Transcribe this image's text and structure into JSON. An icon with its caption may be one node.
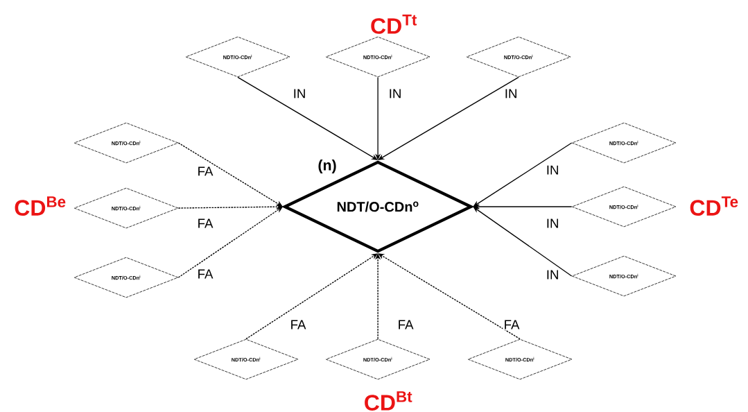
{
  "diagram": {
    "nodes": [
      {
        "text": [
          "NDT/O-CDn$^{o}$"
        ],
        "beside": [
          "(n)"
        ]
      },
      {
        "text": [
          "NDT/O-CDn$^{i}$"
        ]
      },
      {
        "text": [
          "NDT/O-CDn$^{i}$"
        ]
      },
      {
        "text": [
          "NDT/O-CDn$^{i}$"
        ]
      },
      {
        "text": [
          "NDT/O-CDn$^{i}$"
        ]
      },
      {
        "text": [
          "NDT/O-CDn$^{i}$"
        ]
      },
      {
        "text": [
          "NDT/O-CDn$^{i}$"
        ]
      },
      {
        "text": [
          "NDT/O-CDn$^{i}$"
        ]
      },
      {
        "text": [
          "NDT/O-CDn$^{i}$"
        ]
      },
      {
        "text": [
          "NDT/O-CDn$^{i}$"
        ]
      },
      {
        "text": [
          "NDT/O-CDn$^{i}$"
        ]
      },
      {
        "text": [
          "NDT/O-CDn$^{i}$"
        ]
      },
      {
        "text": [
          "NDT/O-CDn$^{i}$"
        ]
      }
    ],
    "edges": [
      {
        "from": 1,
        "to": 0,
        "arrow": "to",
        "label": "IN"
      },
      {
        "from": 2,
        "to": 0,
        "arrow": "to",
        "label": "IN"
      },
      {
        "from": 3,
        "to": 0,
        "arrow": "to",
        "label": "IN"
      },
      {
        "from": 4,
        "to": 0,
        "arrow": "to",
        "label": "FA",
        "style": "dashed"
      },
      {
        "from": 5,
        "to": 0,
        "arrow": "to",
        "label": "FA",
        "style": "dashed"
      },
      {
        "from": 6,
        "to": 0,
        "arrow": "to",
        "label": "FA",
        "style": "dashed"
      },
      {
        "from": 7,
        "to": 0,
        "arrow": "to",
        "label": "IN"
      },
      {
        "from": 8,
        "to": 0,
        "arrow": "to",
        "label": "IN"
      },
      {
        "from": 9,
        "to": 0,
        "arrow": "to",
        "label": "IN"
      },
      {
        "from": 10,
        "to": 0,
        "arrow": "to",
        "label": "FA",
        "style": "dashed"
      },
      {
        "from": 11,
        "to": 0,
        "arrow": "to",
        "label": "FA",
        "style": "dashed"
      },
      {
        "from": 12,
        "to": 0,
        "arrow": "to",
        "label": "FA",
        "style": "dashed"
      }
    ],
    "labels": [
      "CD$^{Tt}$",
      "CD$^{Be}$",
      "CD$^{Te}$",
      "CD$^{Bt}$"
    ]
  }
}
